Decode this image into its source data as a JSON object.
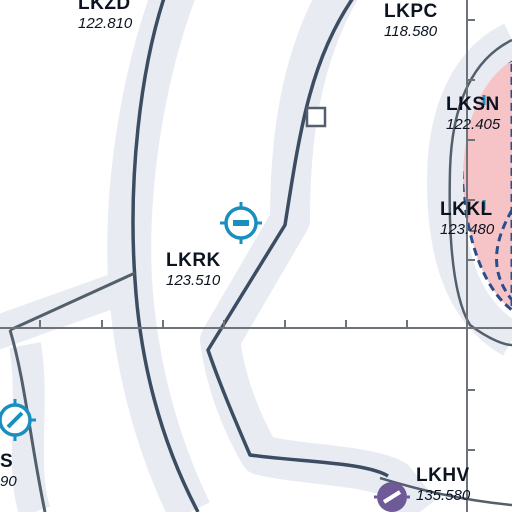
{
  "map": {
    "airfields": [
      {
        "code": "LKZD",
        "freq": "122.810"
      },
      {
        "code": "LKPC",
        "freq": "118.580"
      },
      {
        "code": "LKSN",
        "freq": "122.405"
      },
      {
        "code": "LKKL",
        "freq": "123.480"
      },
      {
        "code": "LKRK",
        "freq": "123.510"
      },
      {
        "code": "LKHV",
        "freq": "135.580"
      },
      {
        "code": "S",
        "freq": "90"
      }
    ],
    "colors": {
      "airspace_band": "#e8ecf2",
      "airspace_line": "#53606c",
      "airspace_line_dark": "#3b4c63",
      "restricted_fill": "#f6c4c7",
      "restricted_edge": "#2a4e8a",
      "airfield_icon": "#1a8fbf",
      "heliport_icon": "#6e5a96",
      "grid_line": "#6d7378"
    },
    "icons": [
      "airfield-icon",
      "heliport-icon",
      "reporting-point-icon"
    ]
  }
}
